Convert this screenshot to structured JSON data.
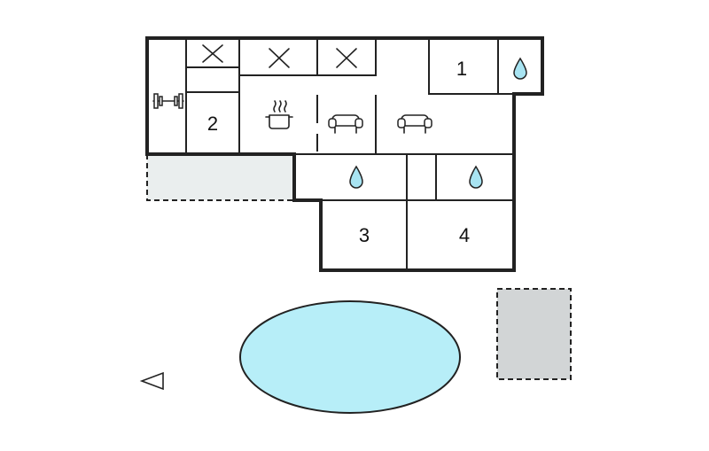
{
  "floorplan": {
    "room_labels": {
      "room_1": "1",
      "room_2": "2",
      "room_3": "3",
      "room_4": "4"
    },
    "colors": {
      "pool_fill": "#b7eef8",
      "water_icon_fill": "#a8e4f2",
      "terrace_fill": "#eaeeee",
      "shed_fill": "#d2d5d6",
      "wall": "#222222"
    },
    "icons": [
      "gym-icon",
      "cooking-pot-icon",
      "sofa-icon",
      "sofa-icon",
      "bathroom-water-drop-icon",
      "bathroom-water-drop-icon",
      "bathroom-water-drop-icon",
      "closet-cross-icon",
      "closet-cross-icon",
      "closet-cross-icon",
      "north-arrow-icon"
    ]
  }
}
